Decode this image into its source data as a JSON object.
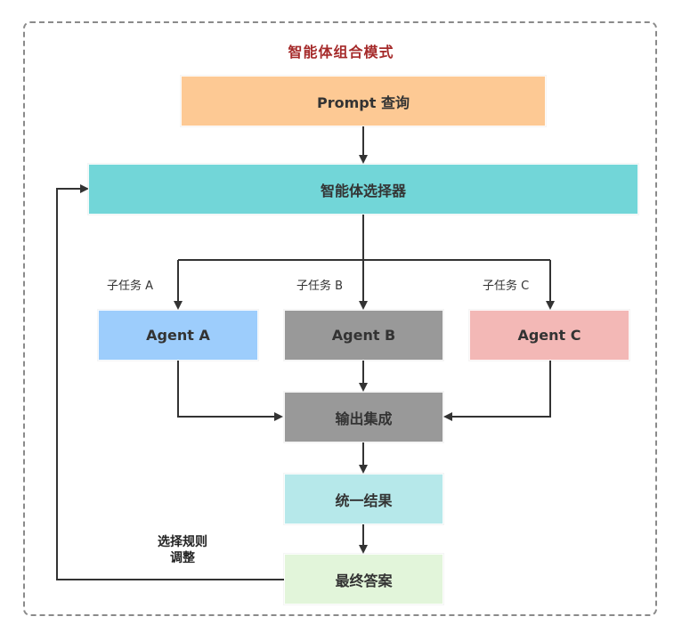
{
  "title": "智能体组合模式",
  "colors": {
    "prompt": "#fdc994",
    "selector": "#72d6d8",
    "agent_a": "#9dcdfc",
    "agent_b": "#999999",
    "agent_c": "#f3b8b6",
    "merge": "#999999",
    "unify": "#b6e8ea",
    "final": "#e2f5da",
    "line": "#333333",
    "title": "#a52a2a"
  },
  "nodes": {
    "prompt": "Prompt 查询",
    "selector": "智能体选择器",
    "agent_a": "Agent A",
    "agent_b": "Agent B",
    "agent_c": "Agent C",
    "merge": "输出集成",
    "unify": "统一结果",
    "final": "最终答案"
  },
  "edge_labels": {
    "subtask_a": "子任务 A",
    "subtask_b": "子任务 B",
    "subtask_c": "子任务 C"
  },
  "feedback": {
    "line1": "选择规则",
    "line2": "调整"
  }
}
